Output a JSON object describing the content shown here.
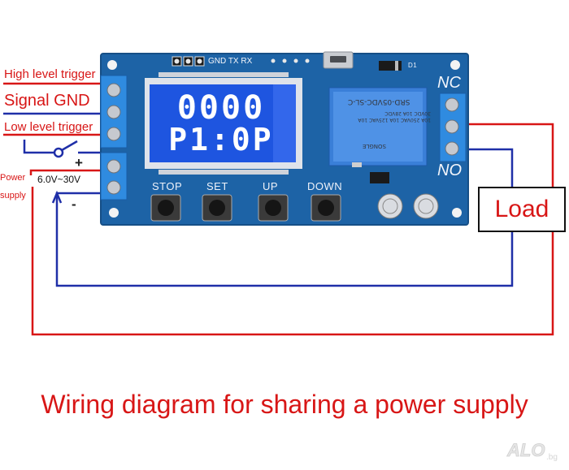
{
  "labels": {
    "high_level_trigger": "High level trigger",
    "signal_gnd": "Signal GND",
    "low_level_trigger": "Low level trigger",
    "power_supply": "Power supply",
    "voltage_range": "6.0V~30V",
    "plus": "+",
    "minus": "-"
  },
  "board": {
    "pins_silk": "GND TX RX",
    "d1_silk": "D1",
    "nc": "NC",
    "no": "NO",
    "buttons": [
      "STOP",
      "SET",
      "UP",
      "DOWN"
    ],
    "lcd": {
      "line1": "0000",
      "line2": "P1:0P"
    },
    "relay": {
      "model": "SRD-05VDC-SL-C",
      "spec": "10A 250VAC 10A 125VAC 10A 30VDC 10A 28VDC",
      "brand": "SONGLE"
    }
  },
  "load_label": "Load",
  "caption": "Wiring diagram for sharing a power supply",
  "watermark": "ALO.bg",
  "colors": {
    "wire_red": "#d81616",
    "wire_blue": "#1f2fa8",
    "pcb_blue": "#1d63a6",
    "lcd_blue": "#1e55e0",
    "terminal_blue": "#2f8be0",
    "text_red": "#d81616"
  }
}
